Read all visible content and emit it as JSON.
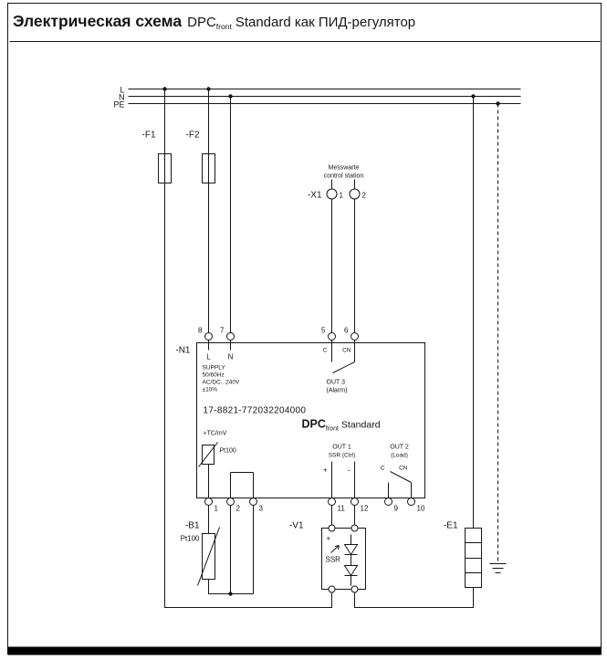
{
  "page": {
    "title_bold": "Электрическая схема",
    "title_product": "DPC",
    "title_product_sub": "front",
    "title_rest": "Standard как ПИД-регулятор"
  },
  "rails": {
    "l": "L",
    "n": "N",
    "pe": "PE"
  },
  "components": {
    "f1": "-F1",
    "f2": "-F2",
    "x1": "-X1",
    "n1": "-N1",
    "b1": "-B1",
    "b1_type": "Pt100",
    "v1": "-V1",
    "e1": "-E1"
  },
  "x1": {
    "caption1": "Messwarte",
    "caption2": "control station",
    "t1": "1",
    "t2": "2"
  },
  "n1": {
    "t8": "8",
    "t7": "7",
    "t5": "5",
    "t6": "6",
    "l": "L",
    "n": "N",
    "supply1": "SUPPLY",
    "supply2": "50/60Hz",
    "supply3": "AC/DC...240V",
    "supply4": "±10%",
    "out3_c": "C",
    "out3_cn": "CN",
    "out3_line1": "OUT 3",
    "out3_line2": "(Alarm)",
    "part_number": "17-8821-772032204000",
    "model": "DPC",
    "model_sub": "front",
    "model_suffix": "Standard",
    "in_tc": "+TC/mV",
    "in_pt": "Pt100",
    "out1_line1": "OUT 1",
    "out1_line2": "SSR (Ctrl)",
    "out1_plus": "+",
    "out1_minus": "-",
    "out2_line1": "OUT 2",
    "out2_line2": "(Load)",
    "out2_c": "C",
    "out2_cn": "CN",
    "t1": "1",
    "t2": "2",
    "t3": "3",
    "t11": "11",
    "t12": "12",
    "t9": "9",
    "t10": "10"
  },
  "v1": {
    "plus": "+",
    "label": "SSR"
  }
}
